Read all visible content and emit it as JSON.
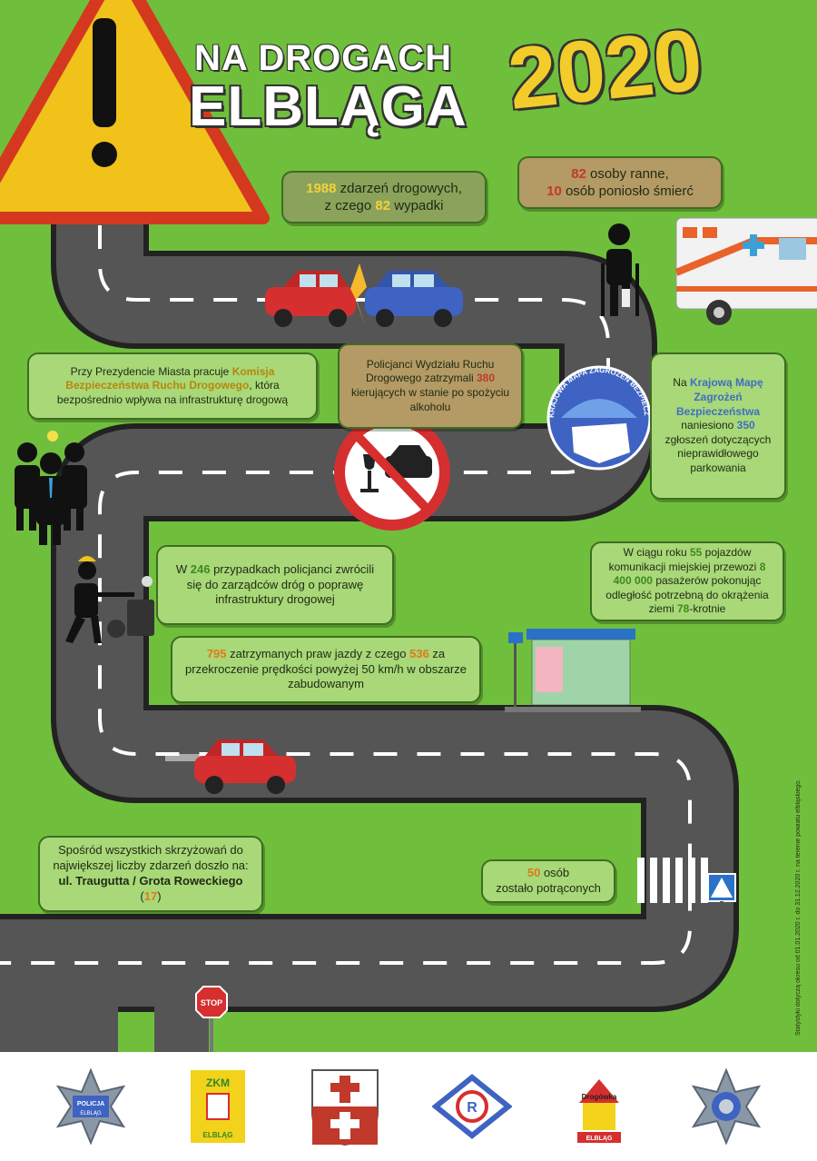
{
  "header": {
    "line1": "NA DROGACH",
    "line2": "ELBLĄGA",
    "year": "2020"
  },
  "boxes": {
    "incidents": {
      "count": "1988",
      "text1": " zdarzeń drogowych,",
      "text2": "z czego ",
      "accidents": "82",
      "text3": " wypadki"
    },
    "injured": {
      "count_injured": "82",
      "text1": " osoby ranne,",
      "count_dead": "10",
      "text2": " osób poniosło śmierć"
    },
    "commission": {
      "text1": "Przy Prezydencie Miasta pracuje ",
      "highlight": "Komisja Bezpieczeństwa Ruchu Drogowego",
      "text2": ", która bezpośrednio wpływa na infrastrukturę drogową"
    },
    "drunk": {
      "text1": "Policjanci Wydziału Ruchu Drogowego zatrzymali ",
      "count": "380",
      "text2": " kierujących w stanie po spożyciu alkoholu"
    },
    "map": {
      "text1": "Na ",
      "highlight": "Krajową Mapę Zagrożeń Bezpieczeństwa",
      "text2": " naniesiono ",
      "count": "350",
      "text3": " zgłoszeń dotyczących nieprawidłowego parkowania"
    },
    "infrastructure": {
      "text1": "W ",
      "count": "246",
      "text2": " przypadkach policjanci zwrócili się do zarządców dróg o poprawę infrastruktury drogowej"
    },
    "transport": {
      "text1": "W ciągu roku ",
      "vehicles": "55",
      "text2": " pojazdów komunikacji miejskiej przewozi ",
      "passengers": "8 400 000",
      "text3": " pasażerów pokonując odległość potrzebną do okrążenia ziemi ",
      "times": "78",
      "text4": "-krotnie"
    },
    "licences": {
      "count": "795",
      "text1": " zatrzymanych praw jazdy z czego ",
      "speeding": "536",
      "text2": " za przekroczenie prędkości powyżej 50 km/h w obszarze zabudowanym"
    },
    "crossroad": {
      "text1": "Spośród wszystkich skrzyżowań do największej liczby zdarzeń doszło na: ",
      "highlight": "ul. Traugutta / Grota Roweckiego",
      "text2": " (",
      "count": "17",
      "text3": ")"
    },
    "pedestrians": {
      "count": "50",
      "text1": " osób",
      "text2": "zostało potrąconych"
    }
  },
  "badge": {
    "text": "KRAJOWA MAPA ZAGROŻEŃ BEZPIECZEŃSTWA"
  },
  "signs": {
    "stop": "STOP"
  },
  "sidenote": "Statystyki dotyczą okresu od 01.01.2020 r. do 31.12.2020 r. na terenie powiatu elbląskiego.",
  "footer": {
    "police_logo": {
      "top": "POLICJA",
      "bottom": "ELBLĄG"
    },
    "zkm_logo": {
      "top": "ZKM",
      "bottom": "ELBLĄG"
    },
    "brand_logo": {
      "top": "Drogówka",
      "bottom": "ELBLĄG"
    }
  },
  "colors": {
    "grass": "#6fbf3c",
    "road": "#4a4a4a",
    "box": "#a8d878",
    "accent_yellow": "#f2cc2a",
    "accent_red": "#c0392b"
  }
}
